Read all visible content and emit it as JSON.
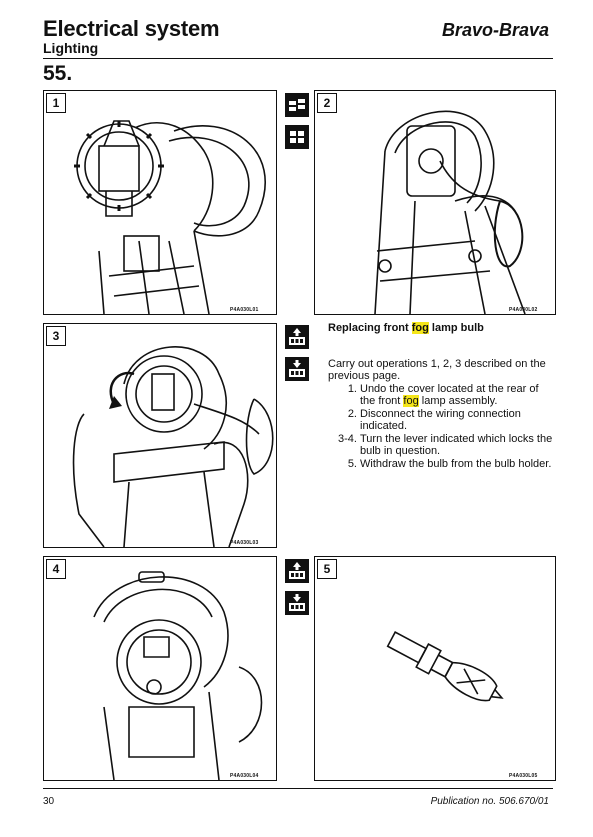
{
  "header": {
    "title": "Electrical system",
    "brand": "Bravo-Brava",
    "subtitle": "Lighting",
    "section": "55."
  },
  "figures": [
    {
      "number": "1",
      "code": "P4A030L01"
    },
    {
      "number": "2",
      "code": "P4A030L02"
    },
    {
      "number": "3",
      "code": "P4A030L03"
    },
    {
      "number": "4",
      "code": "P4A030L04"
    },
    {
      "number": "5",
      "code": "P4A030L05"
    }
  ],
  "symbols": {
    "s1": "removal-refitting-icon",
    "s2": "panel-icon",
    "s3": "remove-up-icon",
    "s4": "refit-down-icon",
    "s5": "remove-up-icon",
    "s6": "refit-down-icon"
  },
  "procedure": {
    "title_before": "Replacing front ",
    "title_highlight": "fog",
    "title_after": " lamp bulb",
    "intro": "Carry out operations 1, 2, 3 described on the previous page.",
    "steps": [
      {
        "n": "1.",
        "before": "Undo the cover located at the rear of the front ",
        "highlight": "fog",
        "after": " lamp assembly."
      },
      {
        "n": "2.",
        "before": "Disconnect the wiring connection indicated.",
        "highlight": "",
        "after": ""
      },
      {
        "n": "3-4.",
        "before": "Turn the lever indicated which locks the bulb in question.",
        "highlight": "",
        "after": ""
      },
      {
        "n": "5.",
        "before": "Withdraw the bulb from the bulb holder.",
        "highlight": "",
        "after": ""
      }
    ],
    "highlight_color": "#f5e61a"
  },
  "footer": {
    "page": "30",
    "publication": "Publication no. 506.670/01"
  }
}
